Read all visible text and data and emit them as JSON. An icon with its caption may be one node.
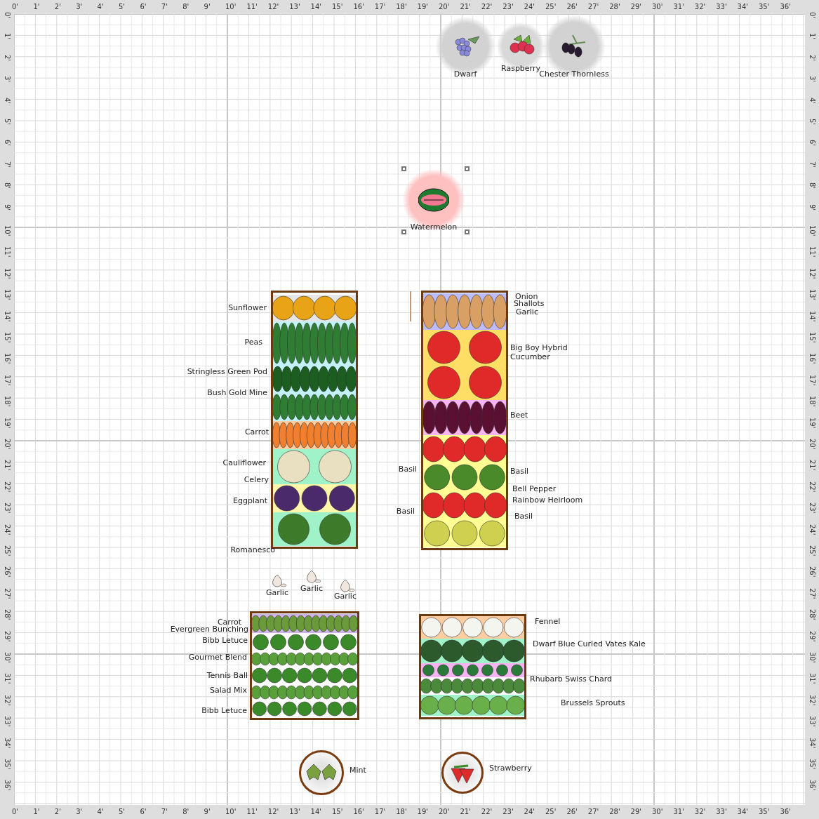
{
  "diagram": {
    "nodes": [
      {
        "text": [
          "Dwarf"
        ]
      },
      {
        "text": [
          "Raspberry"
        ]
      },
      {
        "text": [
          "Chester Thornless"
        ]
      },
      {
        "text": [
          "Watermelon"
        ]
      },
      {
        "text": [],
        "shape": "box",
        "beside": [
          "Sunflower",
          "Peas",
          "Stringless Green Pod",
          "Bush Gold Mine",
          "Carrot",
          "Cauliflower",
          "Celery",
          "Eggplant",
          "Romanesco"
        ]
      },
      {
        "text": [],
        "shape": "box",
        "beside": [
          "Onion",
          "Shallots",
          "Garlic",
          "Big Boy Hybrid",
          "Cucumber",
          "Beet",
          "Basil",
          "Basil",
          "Bell Pepper",
          "Rainbow Heirloom",
          "Basil",
          "Basil"
        ]
      },
      {
        "text": [
          "Garlic"
        ]
      },
      {
        "text": [
          "Garlic"
        ]
      },
      {
        "text": [
          "Garlic"
        ]
      },
      {
        "text": [],
        "shape": "box",
        "beside": [
          "Carrot",
          "Evergreen Bunching",
          "Bibb Letuce",
          "Gourmet Blend",
          "Tennis Ball",
          "Salad Mix",
          "Bibb Letuce"
        ]
      },
      {
        "text": [],
        "shape": "box",
        "beside": [
          "Fennel",
          "Dwarf Blue Curled Vates Kale",
          "Rhubarb Swiss Chard",
          "Brussels Sprouts"
        ]
      },
      {
        "text": [
          "Mint"
        ]
      },
      {
        "text": [
          "Strawberry"
        ]
      }
    ],
    "edges": [],
    "labels": [
      "0'",
      "1'",
      "2'",
      "3'",
      "4'",
      "5'",
      "6'",
      "7'",
      "8'",
      "9'",
      "10'",
      "11'",
      "12'",
      "13'",
      "14'",
      "15'",
      "16'",
      "17'",
      "18'",
      "19'",
      "20'",
      "21'",
      "22'",
      "23'",
      "24'",
      "25'",
      "26'",
      "27'",
      "28'",
      "29'",
      "30'",
      "31'",
      "32'",
      "33'",
      "34'",
      "35'",
      "36'",
      "0'",
      "1'",
      "2'",
      "3'",
      "4'",
      "5'",
      "6'",
      "7'",
      "8'",
      "9'",
      "10'",
      "11'",
      "12'",
      "13'",
      "14'",
      "15'",
      "16'",
      "17'",
      "18'",
      "19'",
      "20'",
      "21'",
      "22'",
      "23'",
      "24'",
      "25'",
      "26'",
      "27'",
      "28'",
      "29'",
      "30'",
      "31'",
      "32'",
      "33'",
      "34'",
      "35'",
      "36'",
      "0'",
      "1'",
      "2'",
      "3'",
      "4'",
      "5'",
      "6'",
      "7'",
      "8'",
      "9'",
      "10'",
      "11'",
      "12'",
      "13'",
      "14'",
      "15'",
      "16'",
      "17'",
      "18'",
      "19'",
      "20'",
      "21'",
      "22'",
      "23'",
      "24'",
      "25'",
      "26'",
      "27'",
      "28'",
      "29'",
      "30'",
      "31'",
      "32'",
      "33'",
      "34'",
      "35'",
      "36'",
      "0'",
      "1'",
      "2'",
      "3'",
      "4'",
      "5'",
      "6'",
      "7'",
      "8'",
      "9'",
      "10'",
      "11'",
      "12'",
      "13'",
      "14'",
      "15'",
      "16'",
      "17'",
      "18'",
      "19'",
      "20'",
      "21'",
      "22'",
      "23'",
      "24'",
      "25'",
      "26'",
      "27'",
      "28'",
      "29'",
      "30'",
      "31'",
      "32'",
      "33'",
      "34'",
      "35'",
      "36'"
    ]
  }
}
